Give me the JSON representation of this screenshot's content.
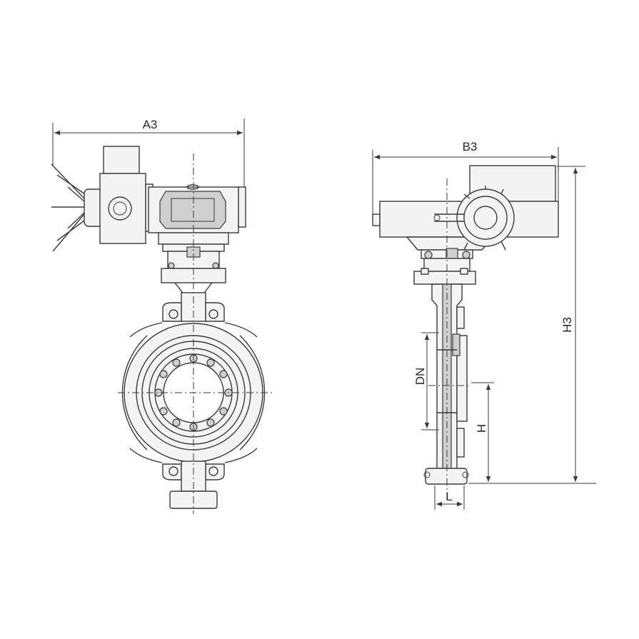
{
  "dimensions": {
    "a3": "A3",
    "b3": "B3",
    "h3": "H3",
    "dn": "DN",
    "h": "H",
    "l": "L"
  },
  "colors": {
    "line": "#3a3a3a",
    "fill": "#f4f4f4",
    "shade": "#cfcfcf"
  }
}
